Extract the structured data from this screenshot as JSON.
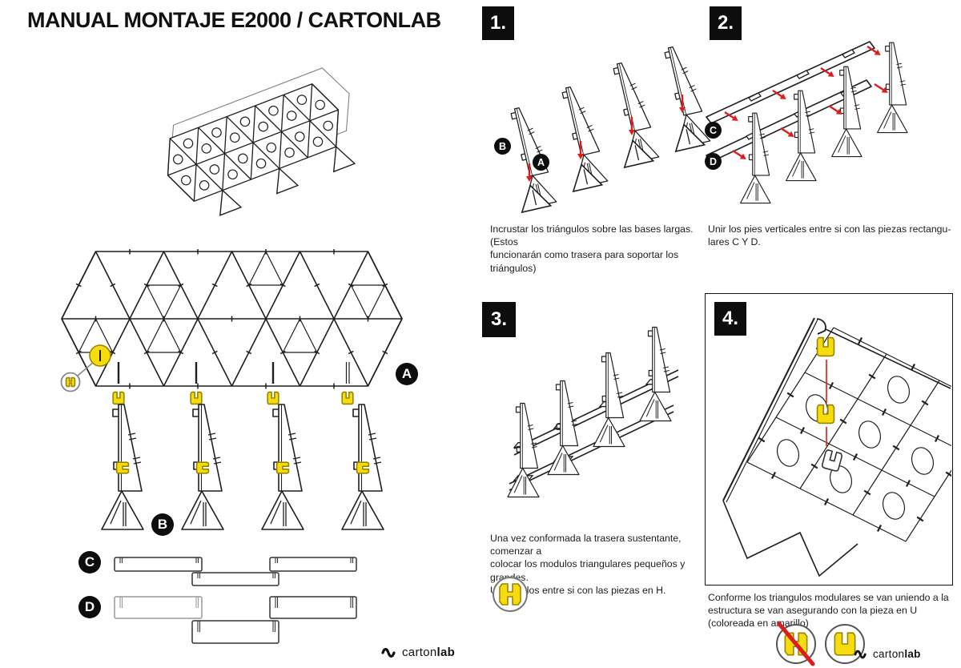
{
  "title": "MANUAL MONTAJE E2000 / CARTONLAB",
  "part_labels": {
    "a": "A",
    "b": "B",
    "c": "C",
    "d": "D"
  },
  "steps": {
    "s1": {
      "number": "1.",
      "caption": "Incrustar los triángulos sobre las bases largas. (Estos\nfuncionarán como trasera para soportar los triángulos)",
      "label_b": "B",
      "label_a": "A"
    },
    "s2": {
      "number": "2.",
      "caption": "Unir los pies verticales entre si con las piezas rectangu-\nlares C Y D.",
      "label_c": "C",
      "label_d": "D"
    },
    "s3": {
      "number": "3.",
      "caption": "Una vez conformada la trasera sustentante, comenzar a\ncolocar  los modulos triangulares pequeños y grandes.\nUniendolos entre si con las piezas en H."
    },
    "s4": {
      "number": "4.",
      "caption": "Conforme los triangulos modulares se van uniendo a la\nestructura se van asegurando con la pieza en U\n(coloreada en amarillo)"
    }
  },
  "logo": {
    "carton": "carton",
    "lab": "lab"
  },
  "colors": {
    "ink": "#1f1f1f",
    "accent_yellow": "#F6DB0E",
    "yellow_stroke": "#9a8500",
    "arrow_red": "#E01B1B",
    "gray": "#888888"
  }
}
